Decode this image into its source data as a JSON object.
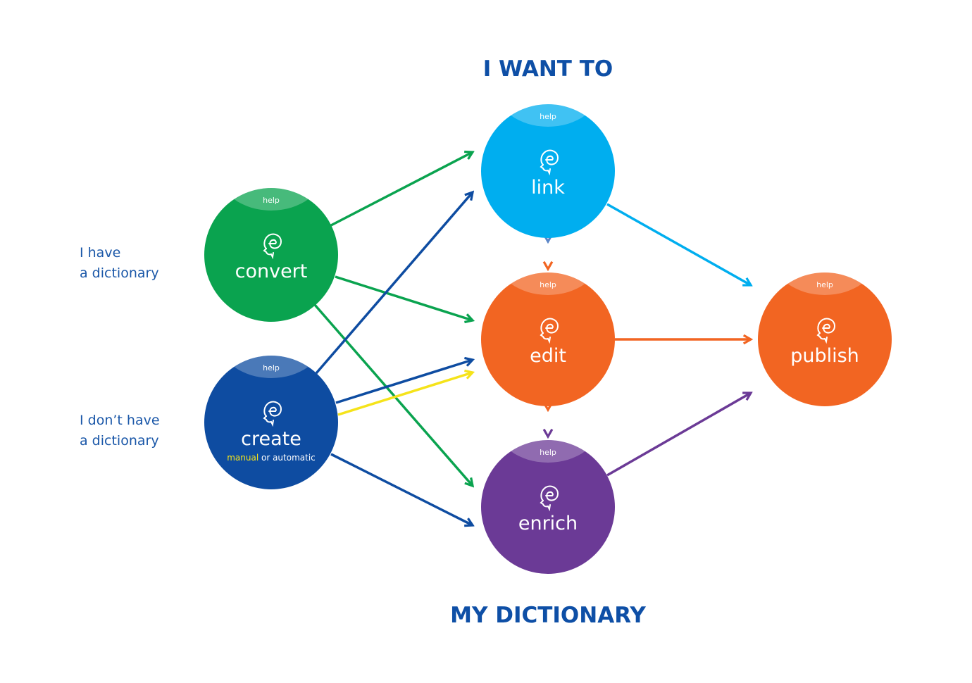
{
  "headings": {
    "top": "I WANT TO",
    "bottom": "MY DICTIONARY"
  },
  "side_labels": {
    "have": [
      "I have",
      "a dictionary"
    ],
    "dont_have": [
      "I don’t have",
      "a dictionary"
    ]
  },
  "colors": {
    "heading": "#0e4fa6",
    "convert": "#0aa34f",
    "create": "#0e4ca1",
    "link": "#00aeef",
    "edit": "#f26522",
    "enrich": "#6b3a96",
    "publish": "#f26522",
    "highlight": "#f5e31a"
  },
  "nodes": {
    "convert": {
      "help": "help",
      "label": "convert",
      "icon": "elexis-head-icon"
    },
    "create": {
      "help": "help",
      "label": "create",
      "sub_highlight": "manual",
      "sub_rest": " or automatic",
      "icon": "elexis-head-icon"
    },
    "link": {
      "help": "help",
      "label": "link",
      "icon": "elexis-head-icon"
    },
    "edit": {
      "help": "help",
      "label": "edit",
      "icon": "elexis-head-icon"
    },
    "enrich": {
      "help": "help",
      "label": "enrich",
      "icon": "elexis-head-icon"
    },
    "publish": {
      "help": "help",
      "label": "publish",
      "icon": "elexis-head-icon"
    }
  },
  "edges": [
    {
      "from": "convert",
      "to": "link",
      "color": "#0aa34f"
    },
    {
      "from": "convert",
      "to": "edit",
      "color": "#0aa34f"
    },
    {
      "from": "convert",
      "to": "enrich",
      "color": "#0aa34f"
    },
    {
      "from": "create",
      "to": "link",
      "color": "#0e4ca1"
    },
    {
      "from": "create",
      "to": "edit",
      "color": "#0e4ca1"
    },
    {
      "from": "create",
      "to": "edit",
      "color": "#f5e31a",
      "note": "manual"
    },
    {
      "from": "create",
      "to": "enrich",
      "color": "#0e4ca1"
    },
    {
      "from": "link",
      "to": "publish",
      "color": "#00aeef"
    },
    {
      "from": "edit",
      "to": "publish",
      "color": "#f26522"
    },
    {
      "from": "enrich",
      "to": "publish",
      "color": "#6b3a96"
    },
    {
      "from": "link",
      "to": "edit",
      "color": "gradient",
      "bidirectional": true
    },
    {
      "from": "edit",
      "to": "enrich",
      "color": "gradient",
      "bidirectional": true
    }
  ]
}
